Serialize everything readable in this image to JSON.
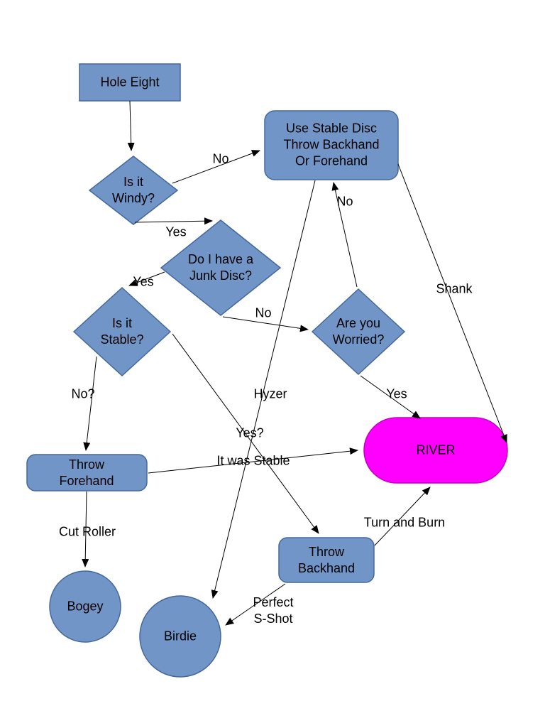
{
  "title": "Hole Eight disc golf decision flowchart",
  "colors": {
    "node_fill": "#7295C7",
    "node_border": "#44689D",
    "river_fill": "#FF00FF",
    "river_border": "#C000C0",
    "edge": "#000000",
    "text": "#000000",
    "background": "#FFFFFF"
  },
  "nodes": {
    "hole_eight": {
      "label": "Hole Eight",
      "shape": "rect"
    },
    "windy": {
      "label": "Is it\nWindy?",
      "shape": "diamond"
    },
    "stable_disc": {
      "label": "Use Stable Disc\nThrow Backhand\nOr Forehand",
      "shape": "rounded-rect"
    },
    "junk_disc": {
      "label": "Do I have a\nJunk Disc?",
      "shape": "diamond"
    },
    "is_stable": {
      "label": "Is it\nStable?",
      "shape": "diamond"
    },
    "worried": {
      "label": "Are you\nWorried?",
      "shape": "diamond"
    },
    "river": {
      "label": "RIVER",
      "shape": "pill"
    },
    "throw_forehand": {
      "label": "Throw\nForehand",
      "shape": "rounded-rect"
    },
    "throw_backhand": {
      "label": "Throw\nBackhand",
      "shape": "rounded-rect"
    },
    "bogey": {
      "label": "Bogey",
      "shape": "circle"
    },
    "birdie": {
      "label": "Birdie",
      "shape": "circle"
    }
  },
  "edges": [
    {
      "from": "hole_eight",
      "to": "windy",
      "label": ""
    },
    {
      "from": "windy",
      "to": "stable_disc",
      "label": "No"
    },
    {
      "from": "windy",
      "to": "junk_disc",
      "label": "Yes"
    },
    {
      "from": "junk_disc",
      "to": "is_stable",
      "label": "Yes"
    },
    {
      "from": "junk_disc",
      "to": "worried",
      "label": "No"
    },
    {
      "from": "worried",
      "to": "stable_disc",
      "label": "No"
    },
    {
      "from": "worried",
      "to": "river",
      "label": "Yes"
    },
    {
      "from": "stable_disc",
      "to": "river",
      "label": "Shank"
    },
    {
      "from": "stable_disc",
      "to": "birdie",
      "label": "Hyzer"
    },
    {
      "from": "is_stable",
      "to": "throw_forehand",
      "label": "No?"
    },
    {
      "from": "is_stable",
      "to": "throw_backhand",
      "label": "Yes?"
    },
    {
      "from": "throw_forehand",
      "to": "river",
      "label": "It was Stable"
    },
    {
      "from": "throw_forehand",
      "to": "bogey",
      "label": "Cut Roller"
    },
    {
      "from": "throw_backhand",
      "to": "river",
      "label": "Turn and Burn"
    },
    {
      "from": "throw_backhand",
      "to": "birdie",
      "label": "Perfect\nS-Shot"
    }
  ]
}
